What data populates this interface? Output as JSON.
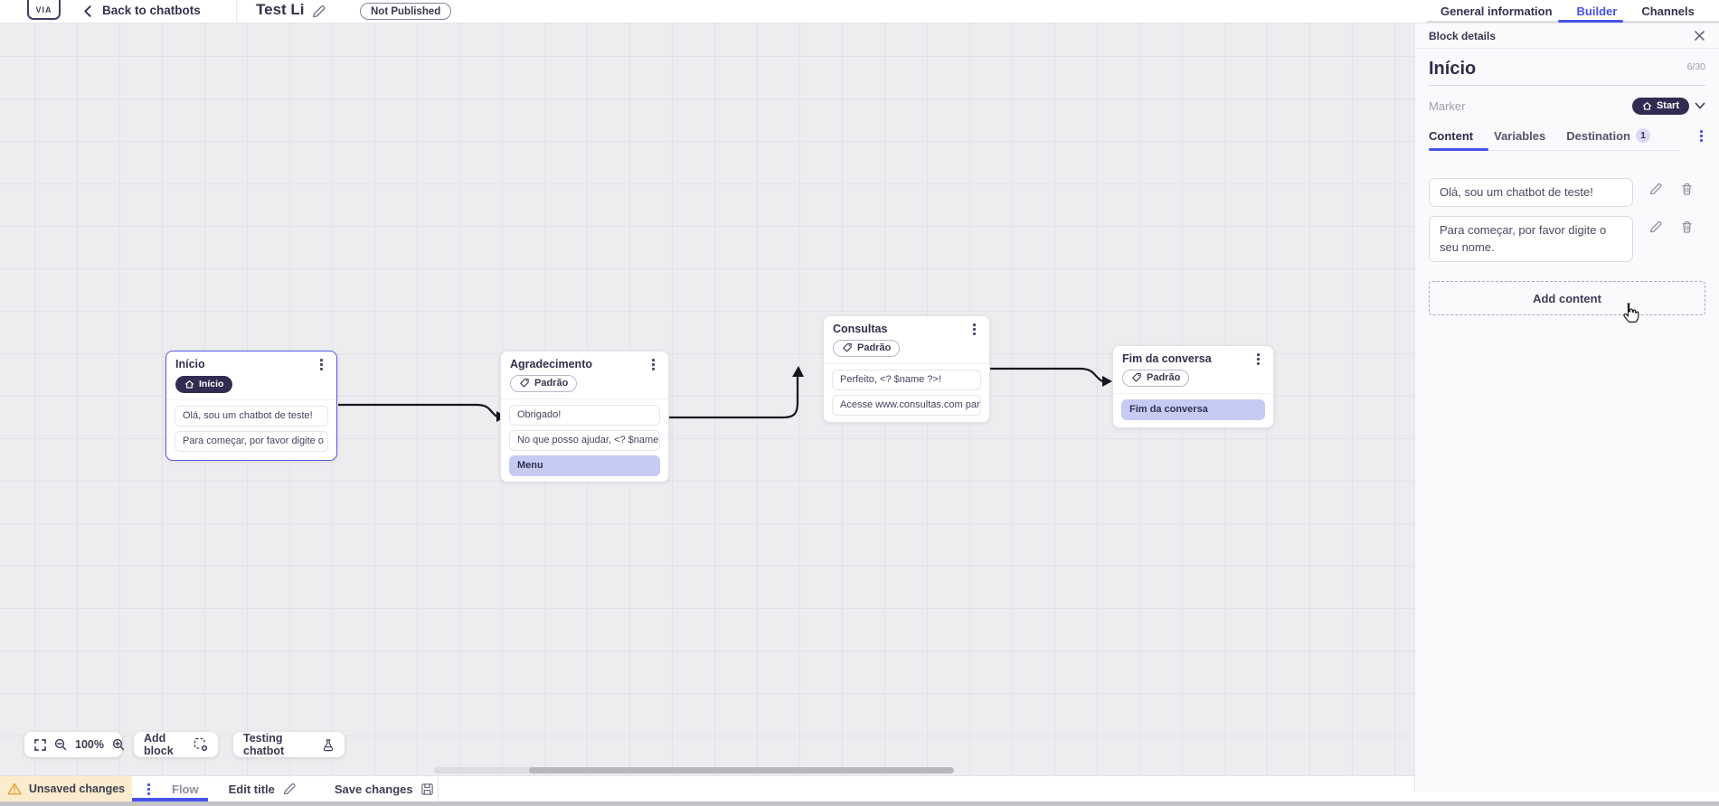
{
  "topbar": {
    "logo_text": "VIA",
    "back_label": "Back to chatbots",
    "title": "Test Li",
    "status": "Not Published",
    "tabs": [
      {
        "label": "General information",
        "active": false
      },
      {
        "label": "Builder",
        "active": true
      },
      {
        "label": "Channels",
        "active": false
      }
    ]
  },
  "panel": {
    "header": "Block details",
    "name": "Início",
    "counter": "6/30",
    "marker_label": "Marker",
    "marker_value": "Start",
    "tabs": [
      {
        "label": "Content",
        "active": true
      },
      {
        "label": "Variables",
        "active": false
      },
      {
        "label": "Destination",
        "active": false,
        "badge": "1"
      }
    ],
    "contents": [
      {
        "text": "Olá, sou um chatbot de teste!"
      },
      {
        "text": "Para começar, por favor digite o seu nome."
      }
    ],
    "add_content_label": "Add content"
  },
  "canvas": {
    "zoom_level": "100%",
    "add_block_label": "Add block",
    "testing_label": "Testing chatbot",
    "nodes": [
      {
        "title": "Início",
        "badge": "Início",
        "rows": [
          {
            "text": "Olá, sou um chatbot de teste!"
          },
          {
            "text": "Para começar, por favor digite o ..."
          }
        ]
      },
      {
        "title": "Agradecimento",
        "tag": "Padrão",
        "rows": [
          {
            "text": "Obrigado!"
          },
          {
            "text": "No que posso ajudar, <? $name ..."
          },
          {
            "text": "Menu",
            "type": "menu"
          }
        ]
      },
      {
        "title": "Consultas",
        "tag": "Padrão",
        "rows": [
          {
            "text": "Perfeito, <? $name ?>!"
          },
          {
            "text": "Acesse www.consultas.com par..."
          }
        ]
      },
      {
        "title": "Fim da conversa",
        "tag": "Padrão",
        "rows": [
          {
            "text": "Fim da conversa",
            "type": "menu"
          }
        ]
      }
    ]
  },
  "bottombar": {
    "unsaved_label": "Unsaved changes",
    "flow_label": "Flow",
    "edit_title_label": "Edit title",
    "save_label": "Save changes"
  },
  "colors": {
    "accent_blue": "#4653E8",
    "selected_node_border": "#5A5BE0",
    "dark_pill": "#312D52",
    "lavender_row": "#C6CBF4",
    "warning_bg": "#FAECCD",
    "warning_icon": "#E9A23B",
    "canvas_bg": "#EDEDF0",
    "panel_bg": "#FAF9FC",
    "text_dark": "#34324E"
  }
}
